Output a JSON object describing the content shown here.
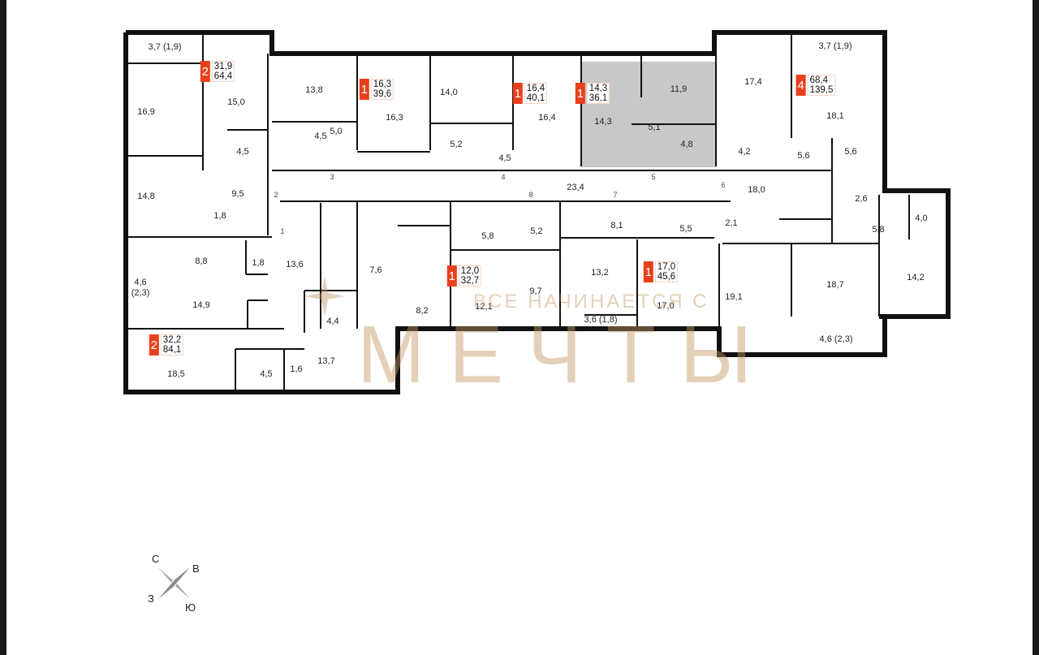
{
  "rooms": [
    "3,7 (1,9)",
    "16,9",
    "15,0",
    "14,8",
    "4,5",
    "9,5",
    "1,8",
    "13,8",
    "4,5",
    "5,0",
    "16,3",
    "14,0",
    "5,2",
    "4,5",
    "16,4",
    "14,3",
    "11,9",
    "5,1",
    "4,8",
    "17,4",
    "4,2",
    "5,6",
    "3,7 (1,9)",
    "18,1",
    "5,6",
    "18,0",
    "2,6",
    "4,0",
    "5,8",
    "23,4",
    "8,1",
    "5,5",
    "2,1",
    "5,8",
    "5,2",
    "8,8",
    "1,8",
    "13,6",
    "7,6",
    "4,6",
    "(2,3)",
    "14,9",
    "4,4",
    "8,2",
    "9,7",
    "12,1",
    "13,2",
    "17,0",
    "3,6 (1,8)",
    "19,1",
    "18,7",
    "14,2",
    "4,6 (2,3)",
    "18,5",
    "4,5",
    "1,6",
    "13,7"
  ],
  "doors": [
    "1",
    "2",
    "3",
    "4",
    "5",
    "6",
    "7",
    "8"
  ],
  "apartments": [
    {
      "rooms": "2",
      "living": "31,9",
      "total": "64,4"
    },
    {
      "rooms": "1",
      "living": "16,3",
      "total": "39,6"
    },
    {
      "rooms": "1",
      "living": "16,4",
      "total": "40,1"
    },
    {
      "rooms": "1",
      "living": "14,3",
      "total": "36,1",
      "selected": true
    },
    {
      "rooms": "4",
      "living": "68,4",
      "total": "139,5"
    },
    {
      "rooms": "1",
      "living": "12,0",
      "total": "32,7"
    },
    {
      "rooms": "2",
      "living": "32,2",
      "total": "84,1"
    },
    {
      "rooms": "1",
      "living": "17,0",
      "total": "45,6"
    }
  ],
  "compass": {
    "north": "С",
    "east": "В",
    "west": "З",
    "south": "Ю"
  },
  "watermark": {
    "tagline": "ВСЕ НАЧИНАЕТСЯ С",
    "brand": "МЕЧТЫ"
  },
  "colors": {
    "badge": "#e8401c",
    "selected_apartment": "#c8c8c8",
    "walls": "#111111"
  }
}
